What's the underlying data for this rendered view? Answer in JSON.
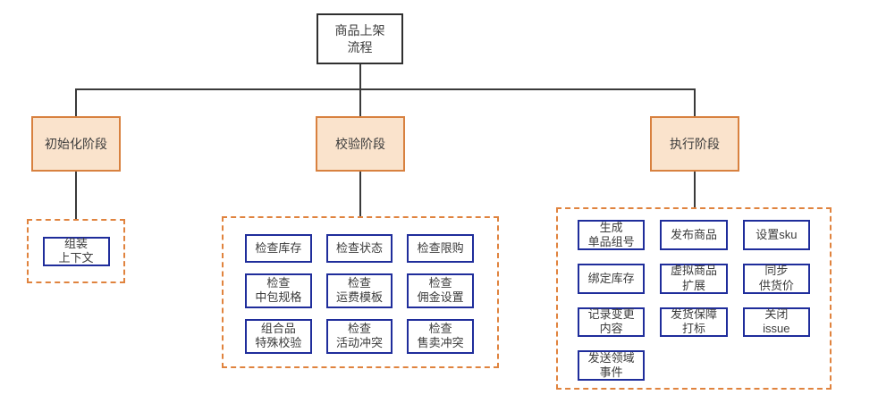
{
  "diagram": {
    "title": "商品上架流程图",
    "root": {
      "label": "商品上架\n流程"
    },
    "phases": [
      {
        "label": "初始化阶段",
        "steps": [
          "组装\n上下文"
        ]
      },
      {
        "label": "校验阶段",
        "steps": [
          "检查库存",
          "检查状态",
          "检查限购",
          "检查\n中包规格",
          "检查\n运费模板",
          "检查\n佣金设置",
          "组合品\n特殊校验",
          "检查\n活动冲突",
          "检查\n售卖冲突"
        ]
      },
      {
        "label": "执行阶段",
        "steps": [
          "生成\n单品组号",
          "发布商品",
          "设置sku",
          "绑定库存",
          "虚拟商品\n扩展",
          "同步\n供货价",
          "记录变更\n内容",
          "发货保障\n打标",
          "关闭\nissue",
          "发送领域\n事件"
        ]
      }
    ],
    "colors": {
      "phase-fill": "#fae3cc",
      "phase-border": "#d8813f",
      "group-border": "#e0833e",
      "step-border": "#1f2d9b",
      "connector": "#3a3a3a",
      "text": "#3b3b3b",
      "bg": "#ffffff"
    }
  }
}
